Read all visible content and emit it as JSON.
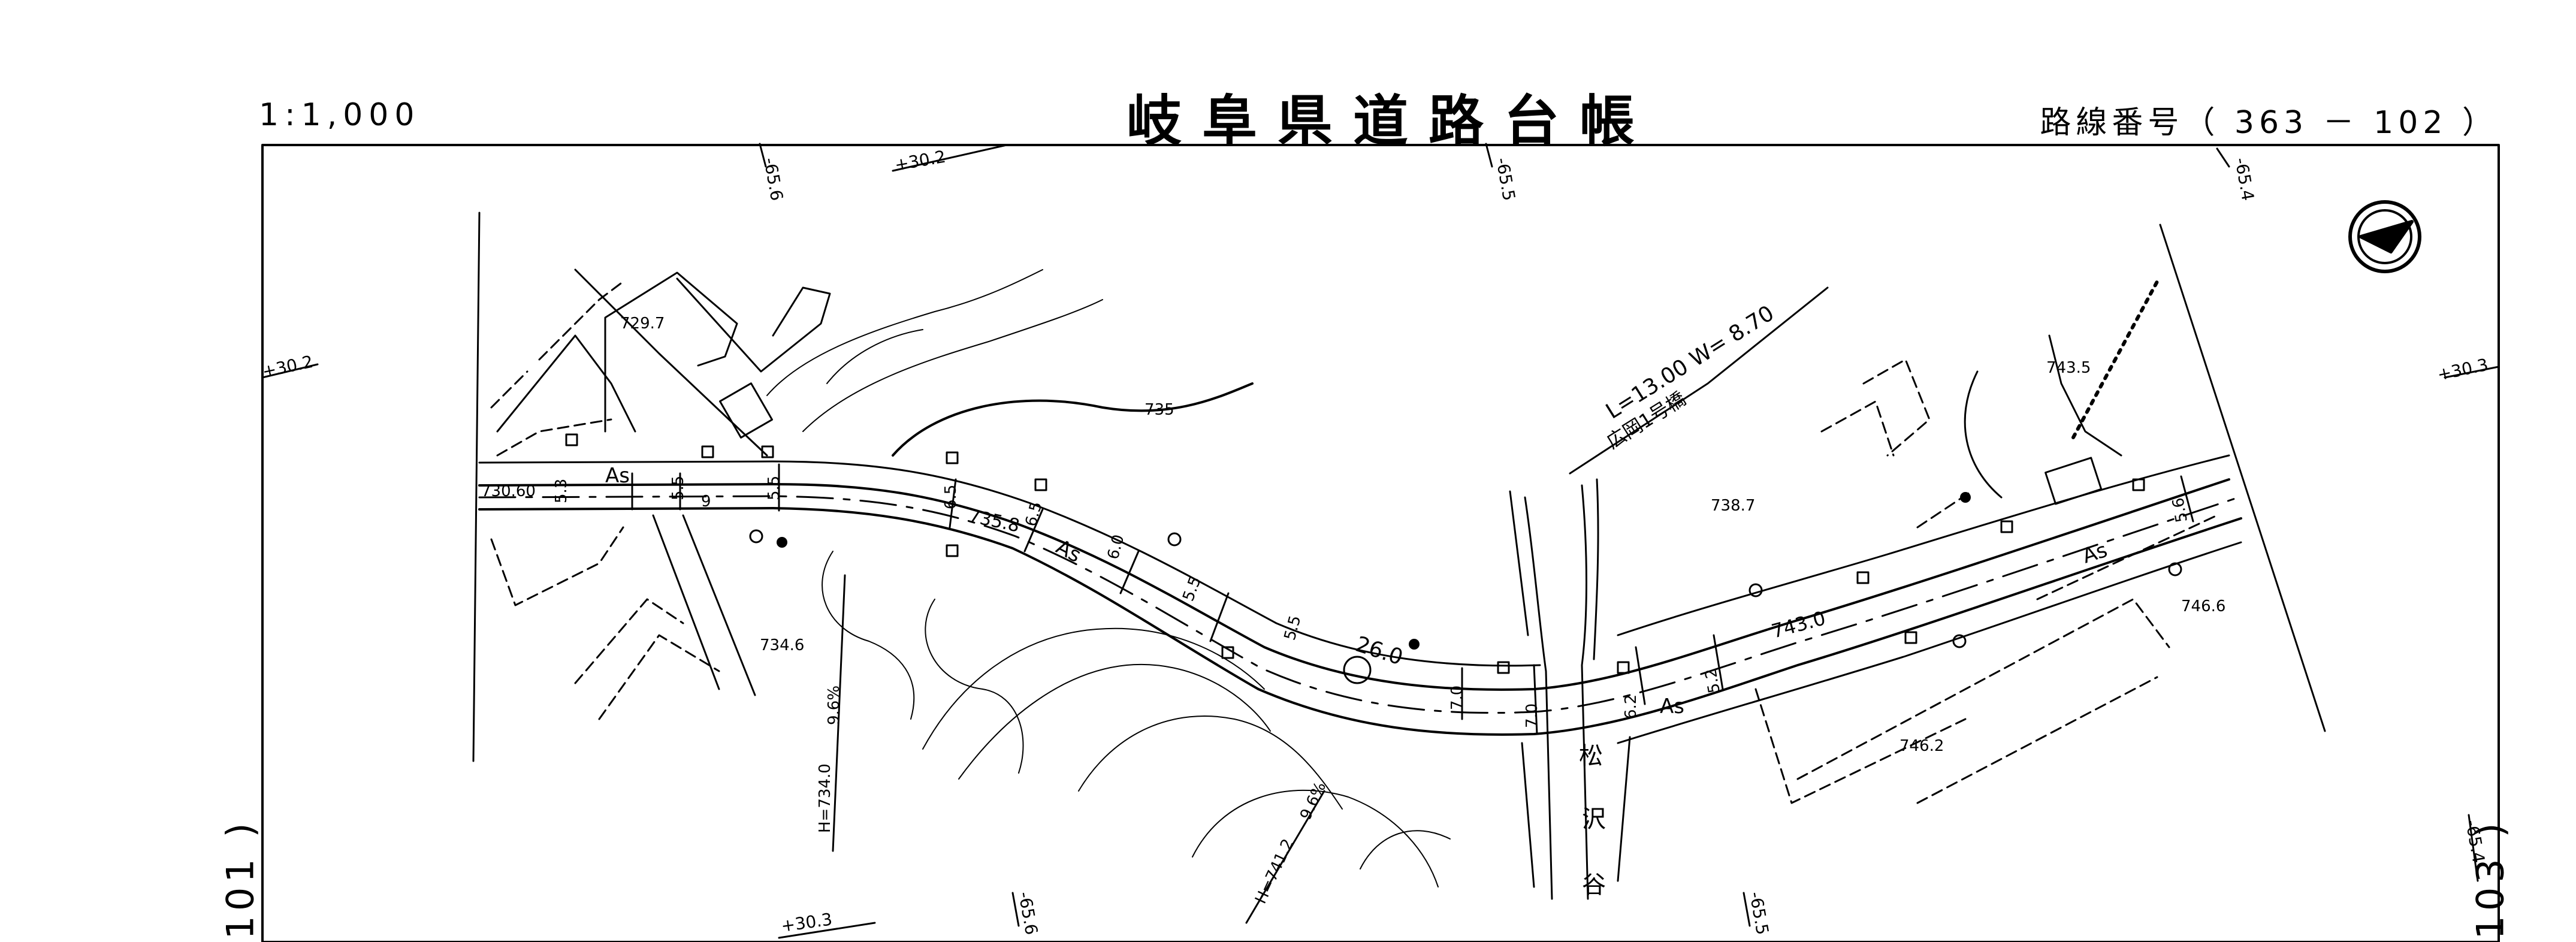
{
  "header": {
    "scale": "1:1,000",
    "title": "岐阜県道路台帳",
    "route_label": "路線番号（",
    "route_number": "363 － 102",
    "route_close": "）"
  },
  "adjacent_sheets": {
    "left": "101 )",
    "right": "103 )"
  },
  "road": {
    "surface_code_1": "As",
    "surface_code_2": "As",
    "surface_code_3": "As",
    "surface_code_4": "As",
    "width_labels": [
      "5.3",
      "5.5",
      "9",
      "5.5",
      "6.5",
      "6.5",
      "6.0",
      "5.5",
      "5.5",
      "7.0",
      "7.0",
      "6.2",
      "5.2",
      "5.6"
    ],
    "center_elevation_label": "26.0"
  },
  "bridge": {
    "dims": "L=13.00  W= 8.70",
    "name": "広岡1号橋"
  },
  "stream": {
    "chars": [
      "松",
      "沢",
      "谷"
    ]
  },
  "contours": {
    "c735": "735",
    "c743": "743.0",
    "c735_8": "735.8"
  },
  "spot_heights": {
    "s730_60": "730.60",
    "s729_7": "729.7",
    "s734_6": "734.6",
    "s738_7": "738.7",
    "s743_5": "743.5",
    "s746_6": "746.6",
    "s746_2": "746.2"
  },
  "slope_annotations": {
    "h734": "H=734.0",
    "g1": "9.6%",
    "h741": "H=741.2",
    "g2": "9.6%"
  },
  "grid_ticks": {
    "top": [
      "-65.6",
      "+30.2",
      "-65.5",
      "-65.4"
    ],
    "left": "+30.2",
    "right": "+30.3",
    "bottom": [
      "+30.3",
      "-65.6",
      "-65.5",
      "-65.4"
    ]
  },
  "colors": {
    "ink": "#000000",
    "paper": "#ffffff"
  },
  "icons": {
    "north_arrow": "north-arrow-icon"
  }
}
